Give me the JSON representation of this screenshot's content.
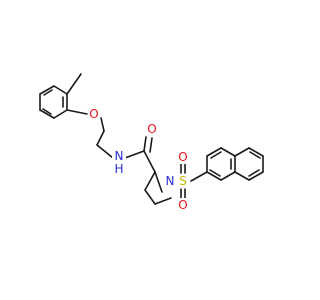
{
  "molecule": {
    "atoms": [
      {
        "id": "O_ether",
        "label": "O",
        "color": "#e8141c"
      },
      {
        "id": "O_amide",
        "label": "O",
        "color": "#e8141c"
      },
      {
        "id": "N_amide",
        "label": "N",
        "color": "#2b2bd9"
      },
      {
        "id": "H_amide",
        "label": "H",
        "color": "#2b2bd9"
      },
      {
        "id": "N_ring",
        "label": "N",
        "color": "#2b2bd9"
      },
      {
        "id": "S",
        "label": "S",
        "color": "#c8b400"
      },
      {
        "id": "O_s1",
        "label": "O",
        "color": "#e8141c"
      },
      {
        "id": "O_s2",
        "label": "O",
        "color": "#e8141c"
      }
    ],
    "bond_color": "#1a1a1a"
  }
}
